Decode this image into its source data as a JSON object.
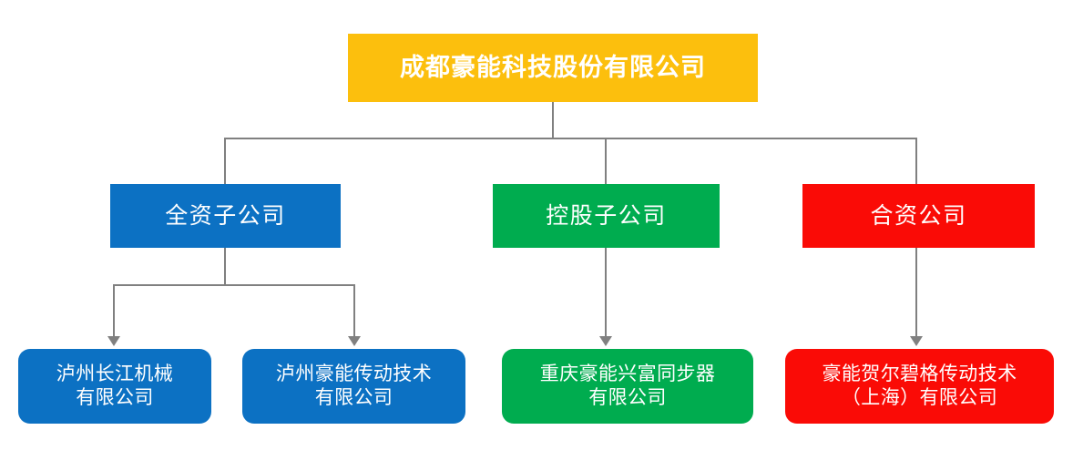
{
  "diagram": {
    "type": "organization-chart",
    "title_text": "",
    "colors": {
      "root": "#FCBF0D",
      "wholly_owned": "#0C71C3",
      "holding": "#00AC4F",
      "joint_venture": "#FA0B06",
      "connector": "#808080",
      "text": "#FFFFFF",
      "background": "#FFFFFF"
    },
    "root": {
      "label": "成都豪能科技股份有限公司"
    },
    "categories": [
      {
        "id": "wholly-owned",
        "label": "全资子公司",
        "children": [
          {
            "id": "luzhou-changjiang",
            "label": "泸州长江机械\n有限公司",
            "line1": "泸州长江机械",
            "line2": "有限公司"
          },
          {
            "id": "luzhou-haoneng",
            "label": "泸州豪能传动技术\n有限公司",
            "line1": "泸州豪能传动技术",
            "line2": "有限公司"
          }
        ]
      },
      {
        "id": "holding",
        "label": "控股子公司",
        "children": [
          {
            "id": "chongqing-xingfu",
            "label": "重庆豪能兴富同步器\n有限公司",
            "line1": "重庆豪能兴富同步器",
            "line2": "有限公司"
          }
        ]
      },
      {
        "id": "joint-venture",
        "label": "合资公司",
        "children": [
          {
            "id": "hoerbiger-shanghai",
            "label": "豪能贺尔碧格传动技术\n（上海）有限公司",
            "line1": "豪能贺尔碧格传动技术",
            "line2": "（上海）有限公司"
          }
        ]
      }
    ]
  }
}
